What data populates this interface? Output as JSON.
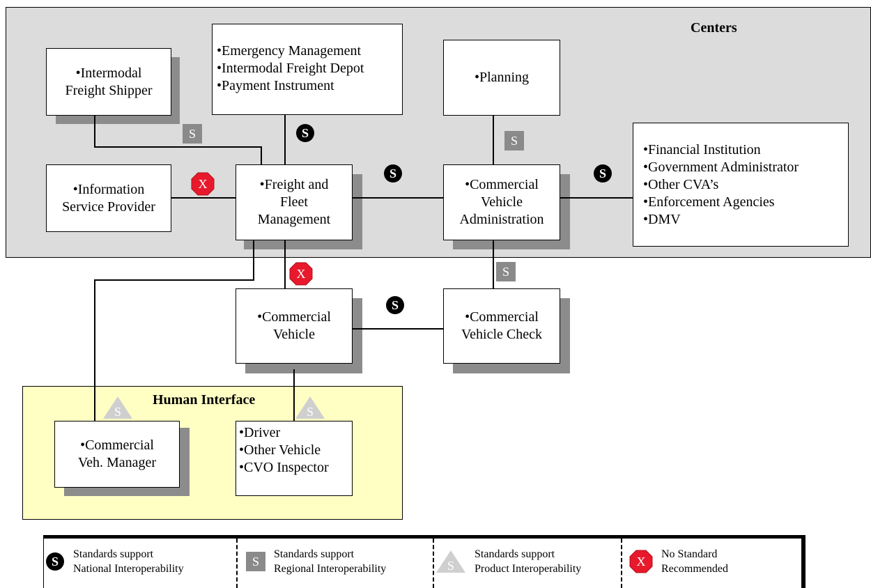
{
  "regions": {
    "centers": "Centers",
    "human_interface": "Human Interface"
  },
  "boxes": {
    "intermodal_freight_shipper": "•Intermodal Freight Shipper",
    "center_group": [
      "•Emergency Management",
      "•Intermodal Freight Depot",
      "•Payment Instrument"
    ],
    "planning": "•Planning",
    "agencies_group": [
      "•Financial Institution",
      "•Government Administrator",
      "•Other CVA’s",
      "•Enforcement Agencies",
      "•DMV"
    ],
    "information_service_provider": "•Information Service Provider",
    "freight_fleet_management": "•Freight and Fleet Management",
    "commercial_vehicle_administration": "•Commercial Vehicle Administration",
    "commercial_vehicle": "•Commercial Vehicle",
    "commercial_vehicle_check": "•Commercial Vehicle Check",
    "commercial_veh_manager": "•Commercial Veh. Manager",
    "driver_group": [
      "•Driver",
      "•Other Vehicle",
      "•CVO Inspector"
    ]
  },
  "marker_glyphs": {
    "S": "S",
    "X": "X"
  },
  "legend": [
    {
      "type": "national",
      "line1": "Standards support",
      "line2": "National Interoperability"
    },
    {
      "type": "regional",
      "line1": "Standards support",
      "line2": "Regional Interoperability"
    },
    {
      "type": "product",
      "line1": "Standards support",
      "line2": "Product Interoperability"
    },
    {
      "type": "none",
      "line1": "No Standard",
      "line2": "Recommended"
    }
  ],
  "colors": {
    "centers_background": "#dcdcdc",
    "human_interface_background": "#ffffc4",
    "shadow": "#8c8c8c",
    "national_marker": "#000000",
    "regional_marker": "#8a8a8a",
    "product_marker": "#cfcfcf",
    "no_standard_marker": "#e8192c"
  }
}
